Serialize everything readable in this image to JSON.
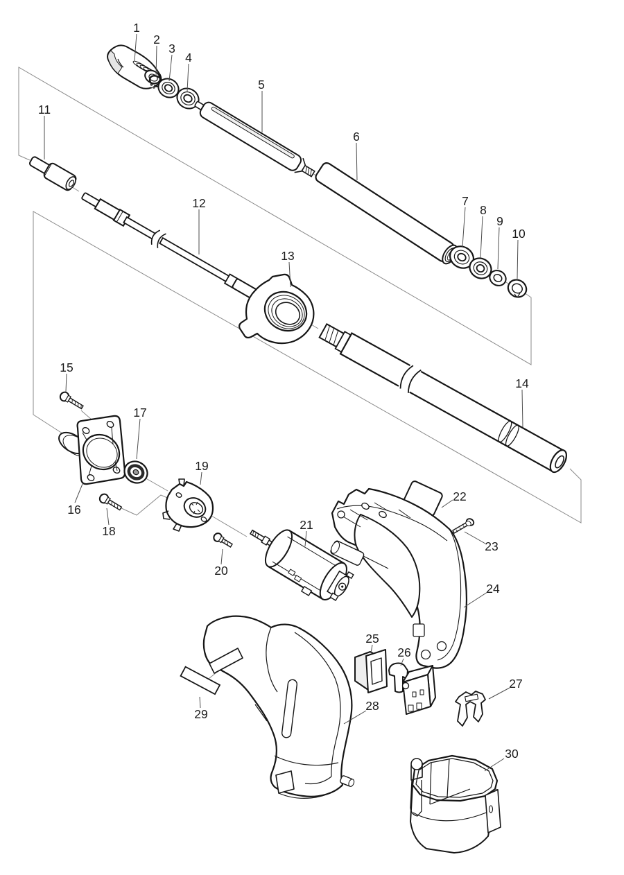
{
  "diagram": {
    "parts": [
      {
        "label": "1"
      },
      {
        "label": "2"
      },
      {
        "label": "3"
      },
      {
        "label": "4"
      },
      {
        "label": "5"
      },
      {
        "label": "6"
      },
      {
        "label": "7"
      },
      {
        "label": "8"
      },
      {
        "label": "9"
      },
      {
        "label": "10"
      },
      {
        "label": "11"
      },
      {
        "label": "12"
      },
      {
        "label": "13"
      },
      {
        "label": "14"
      },
      {
        "label": "15"
      },
      {
        "label": "16"
      },
      {
        "label": "17"
      },
      {
        "label": "18"
      },
      {
        "label": "19"
      },
      {
        "label": "20"
      },
      {
        "label": "21"
      },
      {
        "label": "22"
      },
      {
        "label": "23"
      },
      {
        "label": "24"
      },
      {
        "label": "25"
      },
      {
        "label": "26"
      },
      {
        "label": "27"
      },
      {
        "label": "28"
      },
      {
        "label": "29"
      },
      {
        "label": "30"
      }
    ],
    "colors": {
      "line": "#161616",
      "thin_line": "#8a8a8a",
      "leader_line": "#4d4d4d",
      "shade": "#e6e6e6",
      "background": "#ffffff"
    }
  }
}
